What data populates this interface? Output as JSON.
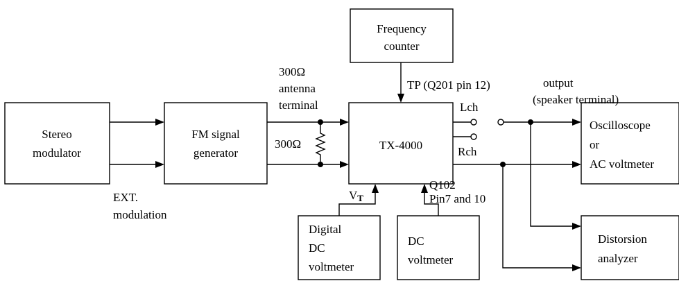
{
  "blocks": {
    "stereo_modulator": [
      "Stereo",
      "modulator"
    ],
    "fm_signal_generator": [
      "FM signal",
      "generator"
    ],
    "frequency_counter": [
      "Frequency",
      "counter"
    ],
    "tx4000": "TX-4000",
    "oscilloscope": [
      "Oscilloscope",
      "or",
      "AC voltmeter"
    ],
    "digital_dc_voltmeter": [
      "Digital",
      "DC",
      "voltmeter"
    ],
    "dc_voltmeter": [
      "DC",
      "voltmeter"
    ],
    "distorsion_analyzer": [
      "Distorsion",
      "analyzer"
    ]
  },
  "labels": {
    "ext_modulation": [
      "EXT.",
      "modulation"
    ],
    "antenna_terminal": [
      "300Ω",
      "antenna",
      "terminal"
    ],
    "resistor": "300Ω",
    "tp": "TP (Q201 pin 12)",
    "output": [
      "output",
      "(speaker terminal)"
    ],
    "lch": "Lch",
    "rch": "Rch",
    "vt_main": "V",
    "vt_sub": "T",
    "q102": [
      "Q102",
      "Pin7 and 10"
    ]
  }
}
